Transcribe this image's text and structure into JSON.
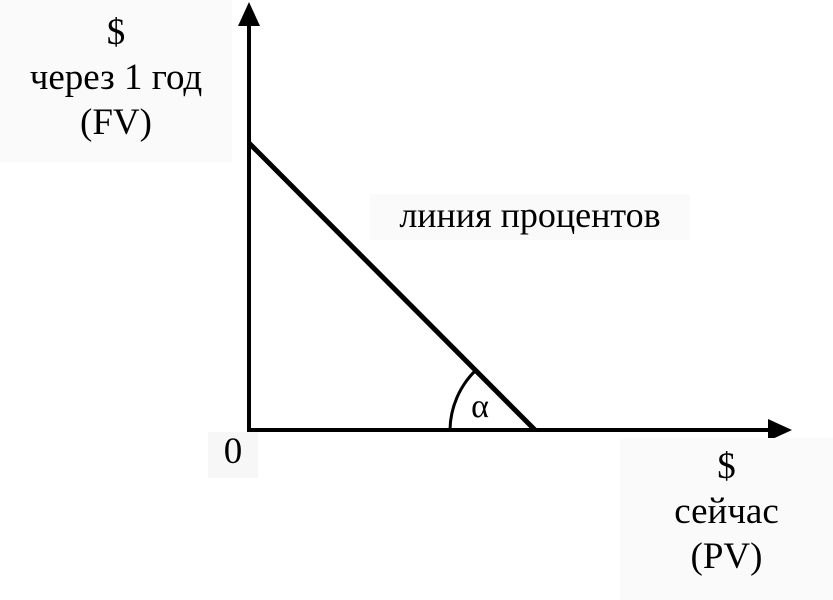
{
  "y_axis": {
    "symbol": "$",
    "label": "через 1 год",
    "abbr": "(FV)"
  },
  "x_axis": {
    "symbol": "$",
    "label": "сейчас",
    "abbr": "(PV)"
  },
  "origin_label": "0",
  "line_label": "линия процентов",
  "angle_label": "α"
}
